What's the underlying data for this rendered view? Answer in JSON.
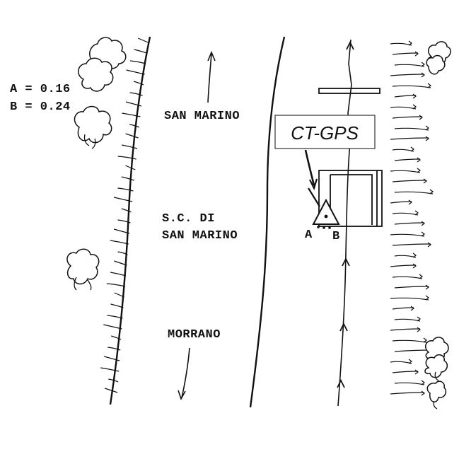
{
  "legend": {
    "a_line": "A = 0.16",
    "b_line": "B = 0.24"
  },
  "labels": {
    "direction_north": "SAN MARINO",
    "place_line1": "S.C. DI",
    "place_line2": "SAN MARINO",
    "direction_south": "MORRANO",
    "device_box": "CT-GPS",
    "point_a": "A",
    "point_b": "B"
  },
  "colors": {
    "ink": "#111111",
    "background": "#ffffff"
  }
}
